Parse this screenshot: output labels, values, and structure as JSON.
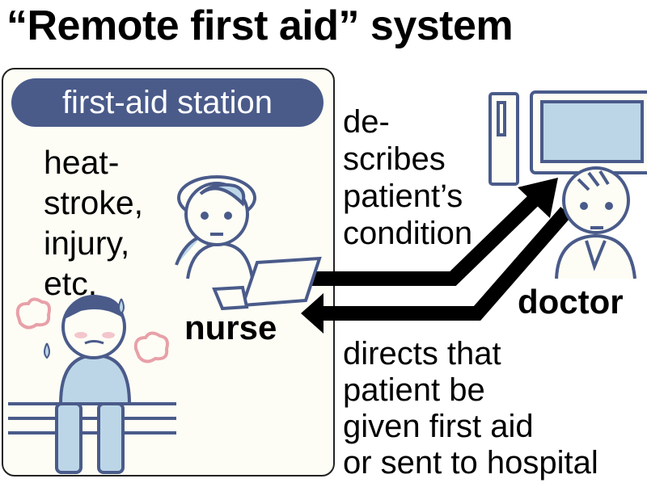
{
  "title": "“Remote first aid” system",
  "station": {
    "label": "first-aid station",
    "conditions": [
      "heat-",
      "stroke,",
      "injury,",
      "etc."
    ],
    "nurse_label": "nurse"
  },
  "doctor_label": "doctor",
  "arrow_up_text": [
    "de-",
    "scribes",
    "patient’s",
    "condition"
  ],
  "arrow_down_text": [
    "directs that",
    "patient be",
    "given first aid",
    "or sent to hospital"
  ],
  "colors": {
    "navy": "#4a5b8a",
    "light_blue": "#bcd6e8",
    "cream": "#fdfdf5",
    "pink": "#e8a0a8"
  }
}
